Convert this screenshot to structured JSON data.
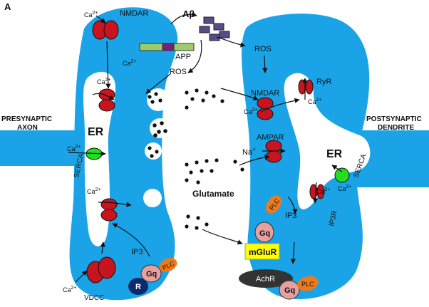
{
  "panel_label": "A",
  "colors": {
    "cell": "#1aa3e6",
    "receptor": "#c8141e",
    "vesicle_dot": "#111111",
    "app_green": "#9ccc6a",
    "app_purple": "#7a1f7a",
    "abeta": "#5b4a8a",
    "serca": "#22dd22",
    "gq": "#e6a0a0",
    "plc": "#f07a1a",
    "mglur": "#ffff00",
    "achr": "#333333",
    "r_protein": "#0b2a6e"
  },
  "labels": {
    "presynaptic": [
      "PRESYNAPTIC",
      "AXON"
    ],
    "postsynaptic": [
      "POSTSYNAPTIC",
      "DENDRITE"
    ],
    "er_left": "ER",
    "er_right": "ER",
    "nmdar_top": "NMDAR",
    "nmdar_post": "NMDAR",
    "ampar": "AMPAR",
    "app": "APP",
    "abeta": "Aβ",
    "ros_left": "ROS",
    "ros_right": "ROS",
    "ryr": "RyR",
    "serca_left": "SERCA",
    "serca_right": "SERCA",
    "ip3r": "IP3R",
    "glutamate": "Glutamate",
    "ip3_left": "IP3",
    "ip3_right": "IP3",
    "vdcc": "VDCC",
    "gq_left": "Gq",
    "gq_mid": "Gq",
    "gq_bottom": "Gq",
    "plc_left": "PLC",
    "plc_mid": "PLC",
    "plc_bottom": "PLC",
    "mglur": "mGluR",
    "achr": "AchR",
    "r": "R",
    "ca": "Ca",
    "ca_sup": "2+",
    "na": "Na",
    "na_sup": "+"
  }
}
